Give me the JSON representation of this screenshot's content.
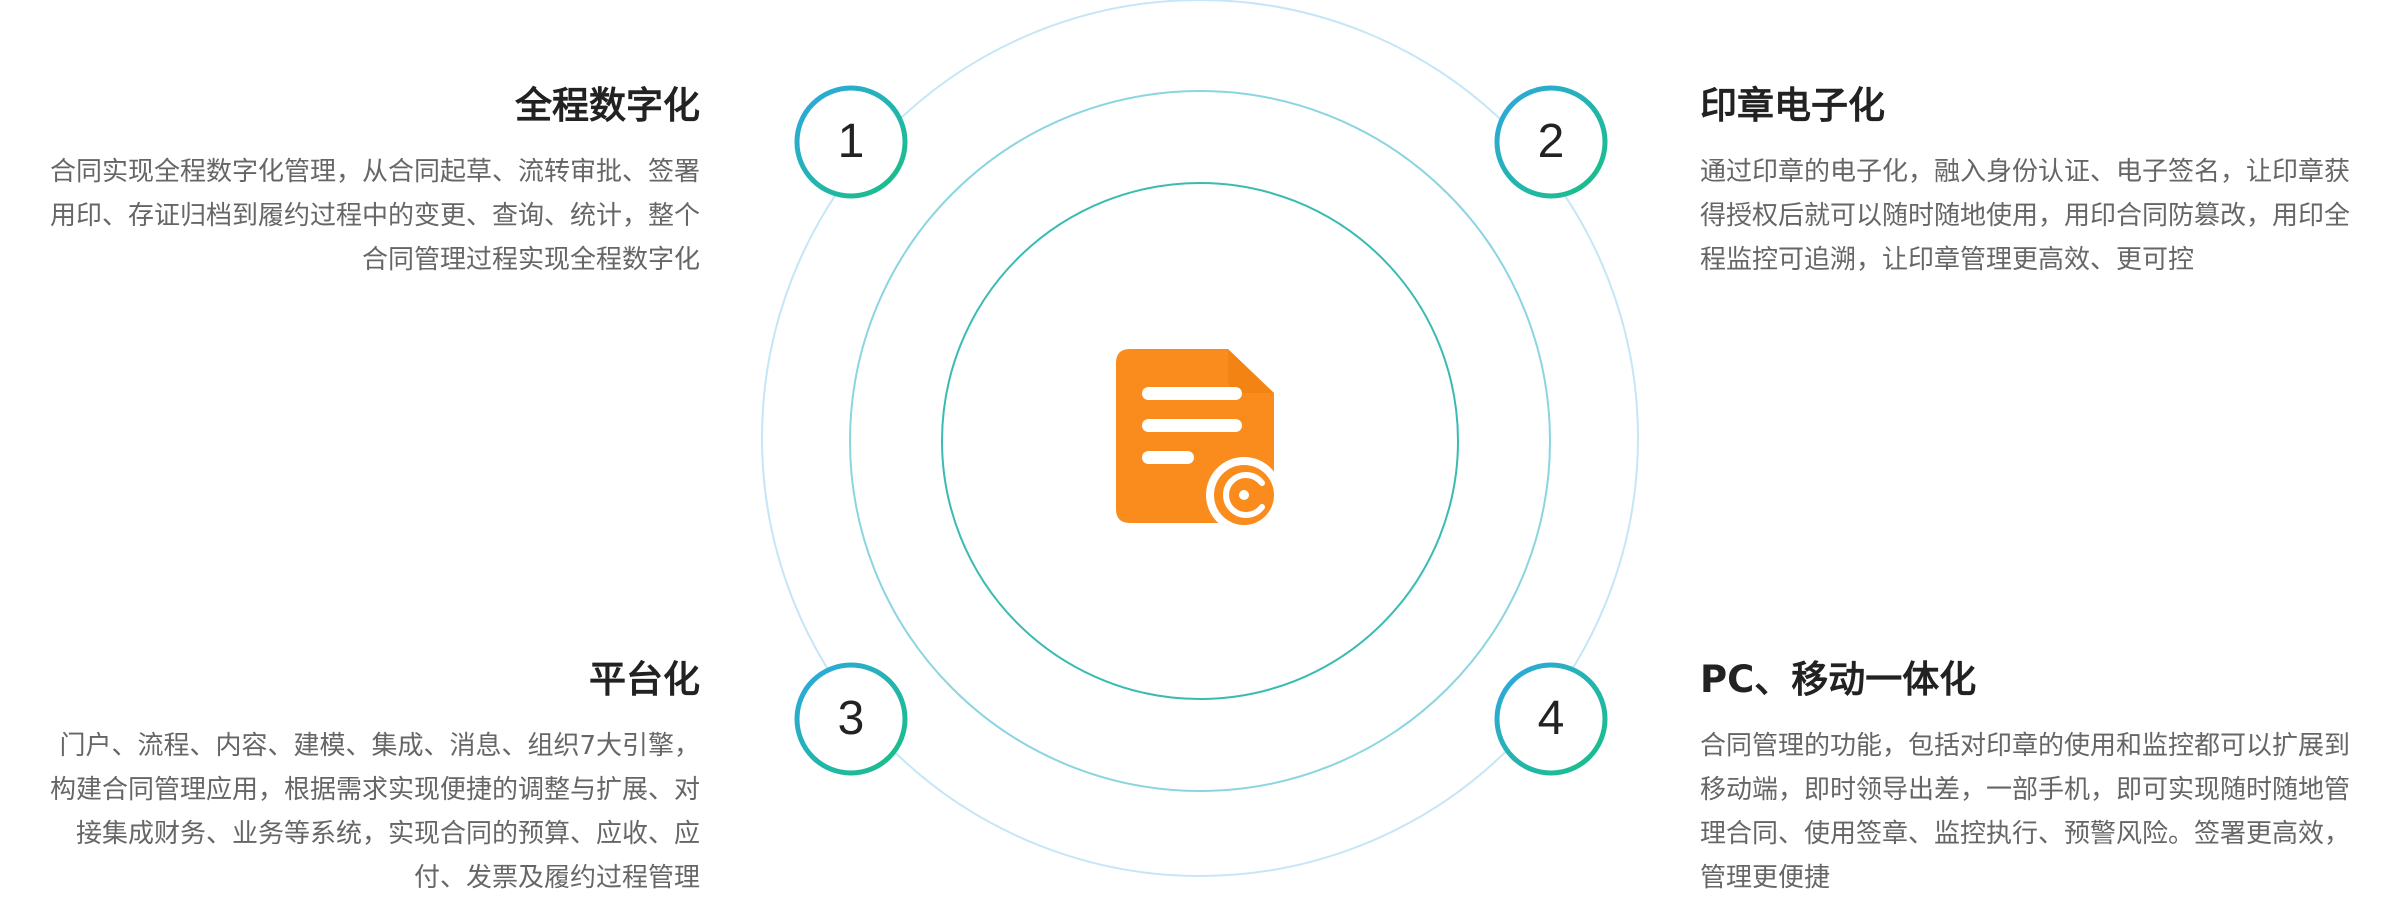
{
  "colors": {
    "accent_blue": "#2ea7e0",
    "accent_green": "#19c083",
    "icon_orange": "#fa8c1e",
    "title_text": "#222222",
    "body_text": "#666666"
  },
  "center": {
    "icon": "contract-document-seal-icon"
  },
  "features": [
    {
      "number": "1",
      "title": "全程数字化",
      "lines": [
        "合同实现全程数字化管理，从合同起草、流转审批、签署",
        "用印、存证归档到履约过程中的变更、查询、统计，整个",
        "合同管理过程实现全程数字化"
      ]
    },
    {
      "number": "2",
      "title": "印章电子化",
      "lines": [
        "通过印章的电子化，融入身份认证、电子签名，让印章获",
        "得授权后就可以随时随地使用，用印合同防篡改，用印全",
        "程监控可追溯，让印章管理更高效、更可控"
      ]
    },
    {
      "number": "3",
      "title": "平台化",
      "lines": [
        "门户、流程、内容、建模、集成、消息、组织7大引擎，",
        "构建合同管理应用，根据需求实现便捷的调整与扩展、对",
        "接集成财务、业务等系统，实现合同的预算、应收、应",
        "付、发票及履约过程管理"
      ]
    },
    {
      "number": "4",
      "title": "PC、移动一体化",
      "lines": [
        "合同管理的功能，包括对印章的使用和监控都可以扩展到",
        "移动端，即时领导出差，一部手机，即可实现随时随地管",
        "理合同、使用签章、监控执行、预警风险。签署更高效，",
        "管理更便捷"
      ]
    }
  ]
}
